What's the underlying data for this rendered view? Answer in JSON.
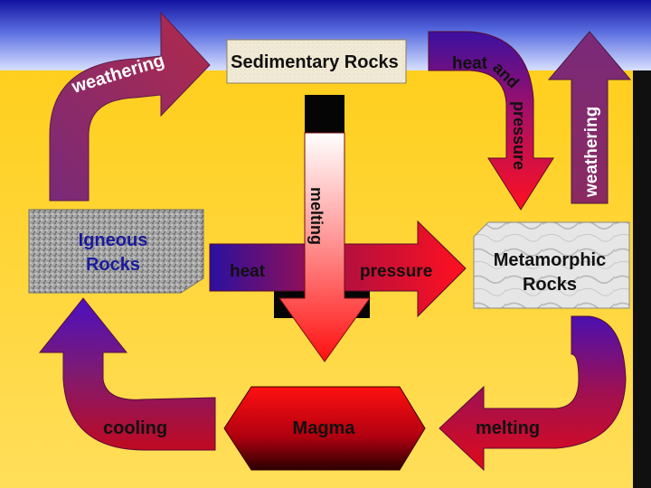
{
  "diagram": {
    "nodes": {
      "sedimentary": "Sedimentary Rocks",
      "igneous_line1": "Igneous",
      "igneous_line2": "Rocks",
      "metamorphic_line1": "Metamorphic",
      "metamorphic_line2": "Rocks",
      "magma": "Magma"
    },
    "arrows": {
      "weathering_left": "weathering",
      "weathering_right": "weathering",
      "heat_and": "heat",
      "heat_and_and": "and",
      "pressure_vertical": "pressure",
      "melting_center": "melting",
      "heat_center": "heat",
      "pressure_center": "pressure",
      "melting_bottom": "melting",
      "cooling": "cooling"
    }
  },
  "colors": {
    "background_top": "#1a1a8c",
    "background_main": "#ffd23a",
    "arrow_purple": "#8b2a6a",
    "arrow_red": "#e0102a",
    "arrow_blue": "#1a10a0"
  }
}
